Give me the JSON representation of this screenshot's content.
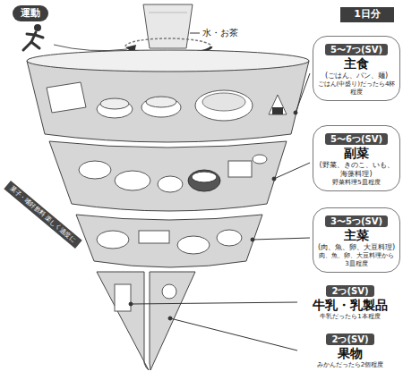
{
  "diagram": {
    "nodes": [
      {
        "text": [
          "運動"
        ]
      },
      {
        "text": [
          "1日分"
        ]
      },
      {
        "text": [
          "5〜7つ(SV)",
          "主食",
          "(ごはん、パン、麺)",
          "ごはん(中盛り)だったら4杯程度"
        ]
      },
      {
        "text": [
          "5〜6つ(SV)",
          "副菜",
          "(野菜、きのこ、いも、海藻料理)",
          "野菜料理5皿程度"
        ]
      },
      {
        "text": [
          "菓子・嗜好飲料 楽しく適度に"
        ]
      },
      {
        "text": [
          "3〜5つ(SV)",
          "主菜",
          "(肉、魚、卵、大豆料理)",
          "肉、魚、卵、大豆料理から3皿程度"
        ]
      },
      {
        "text": [
          "2つ(SV)",
          "牛乳・乳製品",
          "牛乳だったら1本程度"
        ]
      },
      {
        "text": [
          "2つ(SV)",
          "果物",
          "みかんだったら2個程度"
        ]
      }
    ],
    "labels": [
      "水・お茶"
    ]
  }
}
